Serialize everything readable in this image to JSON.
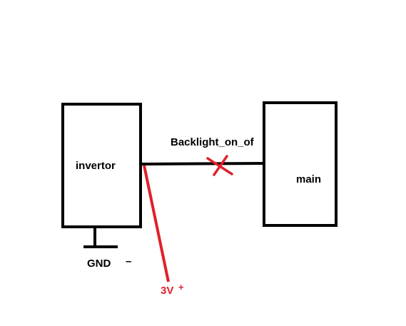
{
  "diagram": {
    "blocks": {
      "invertor": {
        "label": "invertor"
      },
      "main": {
        "label": "main"
      }
    },
    "wire": {
      "label": "Backlight_on_of",
      "cut": true
    },
    "ground": {
      "label": "GND",
      "polarity": "–"
    },
    "supply": {
      "label": "3V",
      "polarity": "+"
    },
    "colors": {
      "line": "#000000",
      "supply_wire": "#e0202a",
      "cut_mark": "#e0202a",
      "background": "#ffffff"
    }
  }
}
